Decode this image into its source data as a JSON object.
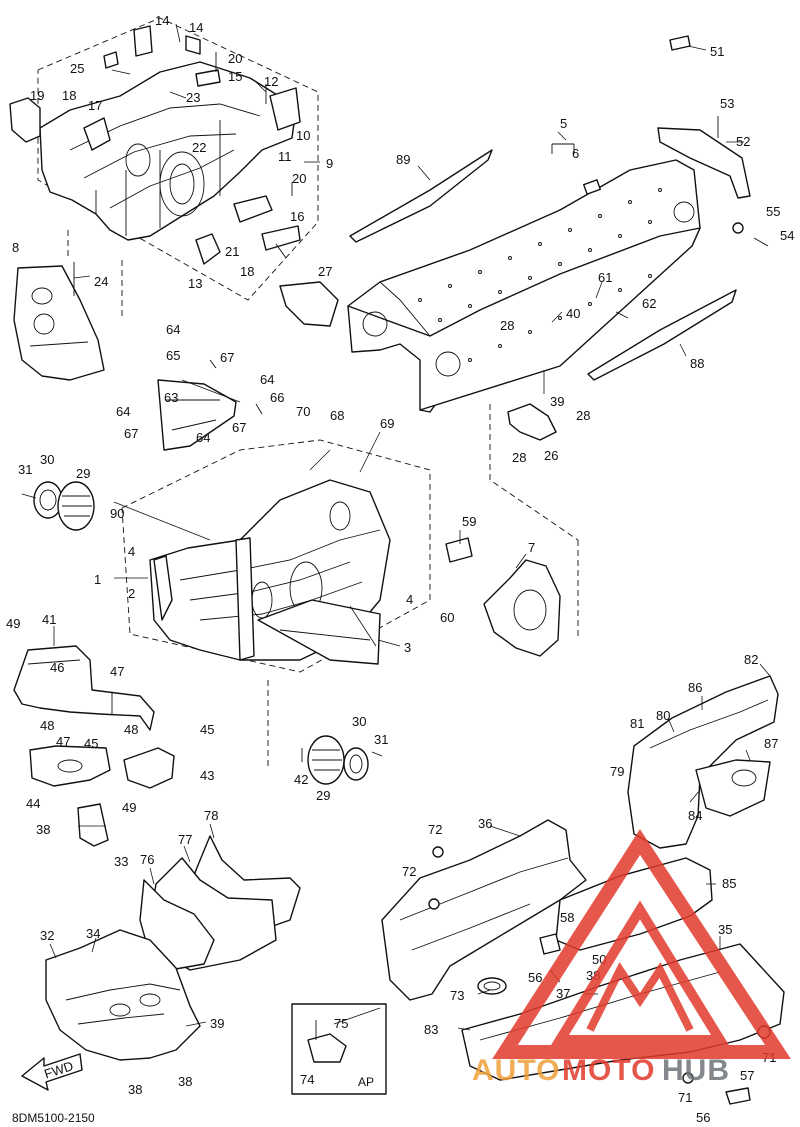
{
  "diagram": {
    "drawing_code": "8DM5100-2150",
    "front_arrow_label": "FWD",
    "inset_label": "AP",
    "watermark": {
      "brand": "AUTOMOTOHUB",
      "part1": "AUTO",
      "part2": "MOTO",
      "part3": "HUB",
      "colors": {
        "red": "#e23a2c",
        "orange": "#f0a13a",
        "gray": "#6f7478"
      }
    },
    "callouts": [
      {
        "id": "c14a",
        "label": "14"
      },
      {
        "id": "c14b",
        "label": "14"
      },
      {
        "id": "c25",
        "label": "25"
      },
      {
        "id": "c20a",
        "label": "20"
      },
      {
        "id": "c15",
        "label": "15"
      },
      {
        "id": "c23",
        "label": "23"
      },
      {
        "id": "c12",
        "label": "12"
      },
      {
        "id": "c19",
        "label": "19"
      },
      {
        "id": "c18a",
        "label": "18"
      },
      {
        "id": "c17",
        "label": "17"
      },
      {
        "id": "c10",
        "label": "10"
      },
      {
        "id": "c22",
        "label": "22"
      },
      {
        "id": "c11",
        "label": "11"
      },
      {
        "id": "c9",
        "label": "9"
      },
      {
        "id": "c20b",
        "label": "20"
      },
      {
        "id": "c16",
        "label": "16"
      },
      {
        "id": "c21",
        "label": "21"
      },
      {
        "id": "c18b",
        "label": "18"
      },
      {
        "id": "c13",
        "label": "13"
      },
      {
        "id": "c8",
        "label": "8"
      },
      {
        "id": "c24",
        "label": "24"
      },
      {
        "id": "c27",
        "label": "27"
      },
      {
        "id": "c89",
        "label": "89"
      },
      {
        "id": "c5",
        "label": "5"
      },
      {
        "id": "c6",
        "label": "6"
      },
      {
        "id": "c51",
        "label": "51"
      },
      {
        "id": "c53",
        "label": "53"
      },
      {
        "id": "c52",
        "label": "52"
      },
      {
        "id": "c55",
        "label": "55"
      },
      {
        "id": "c54",
        "label": "54"
      },
      {
        "id": "c61",
        "label": "61"
      },
      {
        "id": "c62",
        "label": "62"
      },
      {
        "id": "c40",
        "label": "40"
      },
      {
        "id": "c28a",
        "label": "28"
      },
      {
        "id": "c88",
        "label": "88"
      },
      {
        "id": "c39a",
        "label": "39"
      },
      {
        "id": "c28b",
        "label": "28"
      },
      {
        "id": "c28c",
        "label": "28"
      },
      {
        "id": "c26",
        "label": "26"
      },
      {
        "id": "c64a",
        "label": "64"
      },
      {
        "id": "c65",
        "label": "65"
      },
      {
        "id": "c67a",
        "label": "67"
      },
      {
        "id": "c64b",
        "label": "64"
      },
      {
        "id": "c63",
        "label": "63"
      },
      {
        "id": "c66",
        "label": "66"
      },
      {
        "id": "c64c",
        "label": "64"
      },
      {
        "id": "c67b",
        "label": "67"
      },
      {
        "id": "c67c",
        "label": "67"
      },
      {
        "id": "c64d",
        "label": "64"
      },
      {
        "id": "c70",
        "label": "70"
      },
      {
        "id": "c68",
        "label": "68"
      },
      {
        "id": "c69",
        "label": "69"
      },
      {
        "id": "c31a",
        "label": "31"
      },
      {
        "id": "c30a",
        "label": "30"
      },
      {
        "id": "c29a",
        "label": "29"
      },
      {
        "id": "c90",
        "label": "90"
      },
      {
        "id": "c59",
        "label": "59"
      },
      {
        "id": "c7",
        "label": "7"
      },
      {
        "id": "c4a",
        "label": "4"
      },
      {
        "id": "c1",
        "label": "1"
      },
      {
        "id": "c2",
        "label": "2"
      },
      {
        "id": "c4b",
        "label": "4"
      },
      {
        "id": "c60",
        "label": "60"
      },
      {
        "id": "c3",
        "label": "3"
      },
      {
        "id": "c49a",
        "label": "49"
      },
      {
        "id": "c41",
        "label": "41"
      },
      {
        "id": "c46",
        "label": "46"
      },
      {
        "id": "c47a",
        "label": "47"
      },
      {
        "id": "c48a",
        "label": "48"
      },
      {
        "id": "c47b",
        "label": "47"
      },
      {
        "id": "c45a",
        "label": "45"
      },
      {
        "id": "c48b",
        "label": "48"
      },
      {
        "id": "c45b",
        "label": "45"
      },
      {
        "id": "c44",
        "label": "44"
      },
      {
        "id": "c49b",
        "label": "49"
      },
      {
        "id": "c43",
        "label": "43"
      },
      {
        "id": "c38a",
        "label": "38"
      },
      {
        "id": "c33",
        "label": "33"
      },
      {
        "id": "c30b",
        "label": "30"
      },
      {
        "id": "c31b",
        "label": "31"
      },
      {
        "id": "c42",
        "label": "42"
      },
      {
        "id": "c29b",
        "label": "29"
      },
      {
        "id": "c82",
        "label": "82"
      },
      {
        "id": "c86",
        "label": "86"
      },
      {
        "id": "c81",
        "label": "81"
      },
      {
        "id": "c80",
        "label": "80"
      },
      {
        "id": "c87",
        "label": "87"
      },
      {
        "id": "c79",
        "label": "79"
      },
      {
        "id": "c84",
        "label": "84"
      },
      {
        "id": "c78",
        "label": "78"
      },
      {
        "id": "c77",
        "label": "77"
      },
      {
        "id": "c76",
        "label": "76"
      },
      {
        "id": "c72a",
        "label": "72"
      },
      {
        "id": "c36",
        "label": "36"
      },
      {
        "id": "c72b",
        "label": "72"
      },
      {
        "id": "c85",
        "label": "85"
      },
      {
        "id": "c58",
        "label": "58"
      },
      {
        "id": "c35",
        "label": "35"
      },
      {
        "id": "c32",
        "label": "32"
      },
      {
        "id": "c34",
        "label": "34"
      },
      {
        "id": "c50",
        "label": "50"
      },
      {
        "id": "c56a",
        "label": "56"
      },
      {
        "id": "c38b",
        "label": "38"
      },
      {
        "id": "c37",
        "label": "37"
      },
      {
        "id": "c73",
        "label": "73"
      },
      {
        "id": "c39b",
        "label": "39"
      },
      {
        "id": "c75",
        "label": "75"
      },
      {
        "id": "c83",
        "label": "83"
      },
      {
        "id": "c71a",
        "label": "71"
      },
      {
        "id": "c57",
        "label": "57"
      },
      {
        "id": "c74",
        "label": "74"
      },
      {
        "id": "c38c",
        "label": "38"
      },
      {
        "id": "c38d",
        "label": "38"
      },
      {
        "id": "c71b",
        "label": "71"
      },
      {
        "id": "c56b",
        "label": "56"
      }
    ]
  }
}
